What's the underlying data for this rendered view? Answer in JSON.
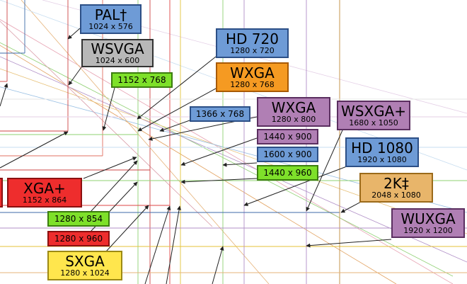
{
  "labels": {
    "pal": {
      "name": "PAL†",
      "res": "1024 x 576"
    },
    "wsvga": {
      "name": "WSVGA",
      "res": "1024 x 600"
    },
    "r1152x768": {
      "res": "1152 x 768"
    },
    "hd720": {
      "name": "HD 720",
      "res": "1280 x 720"
    },
    "wxga_1280x768": {
      "name": "WXGA",
      "res": "1280 x 768"
    },
    "r1366x768": {
      "res": "1366 x 768"
    },
    "wxga_1280x800": {
      "name": "WXGA",
      "res": "1280 x 800"
    },
    "wsxga_plus": {
      "name": "WSXGA+",
      "res": "1680 x 1050"
    },
    "r1440x900": {
      "res": "1440 x 900"
    },
    "r1600x900": {
      "res": "1600 x 900"
    },
    "hd1080": {
      "name": "HD 1080",
      "res": "1920 x 1080"
    },
    "r1440x960": {
      "res": "1440 x 960"
    },
    "twok": {
      "name": "2K‡",
      "res": "2048 x 1080"
    },
    "xga_plus": {
      "name": "XGA+",
      "res": "1152 x 864"
    },
    "r1280x854": {
      "res": "1280 x 854"
    },
    "r1280x960": {
      "res": "1280 x 960"
    },
    "wuxga": {
      "name": "WUXGA",
      "res": "1920 x 1200"
    },
    "sxga": {
      "name": "SXGA",
      "res": "1280 x 1024"
    }
  },
  "colors": {
    "blue": "#6e9bd6",
    "gray": "#b8b8b8",
    "green": "#7ee02a",
    "orange": "#f59a22",
    "purple": "#b07fb4",
    "red": "#ee2d2d",
    "tan": "#e8b56a",
    "yellow": "#ffe64d"
  }
}
